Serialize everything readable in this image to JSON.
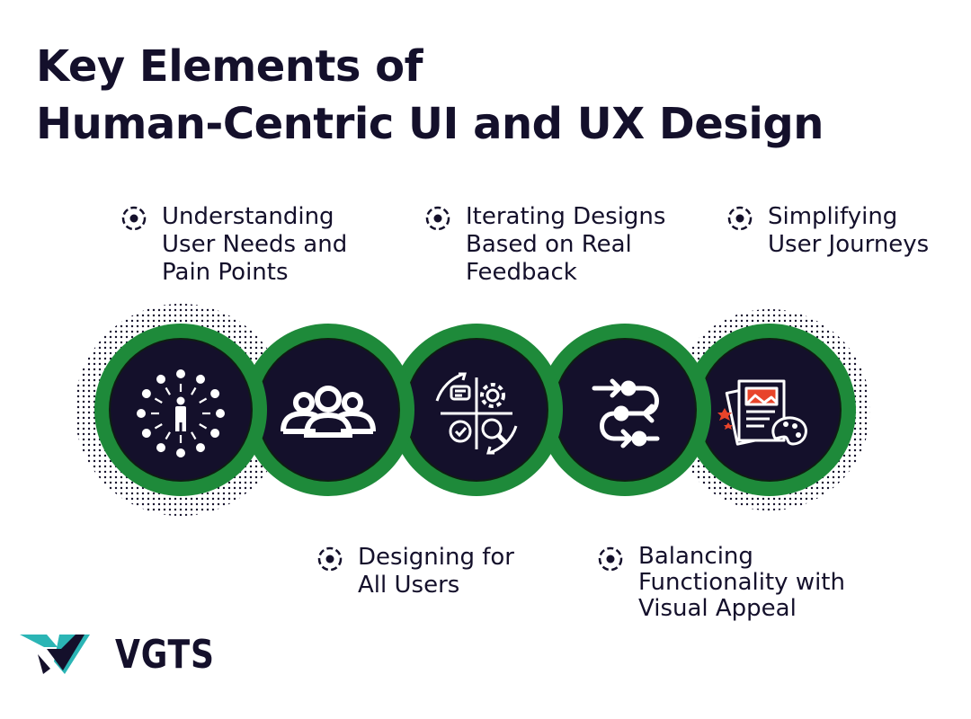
{
  "title": {
    "line1": "Key Elements of",
    "line2": "Human-Centric UI and UX Design"
  },
  "labels": {
    "understanding": [
      "Understanding",
      "User Needs and",
      "Pain Points"
    ],
    "iterating": [
      "Iterating Designs",
      "Based on Real",
      "Feedback"
    ],
    "simplifying": [
      "Simplifying",
      "User Journeys"
    ],
    "designing": [
      "Designing for",
      "All Users"
    ],
    "balancing": [
      "Balancing",
      "Functionality with",
      "Visual Appeal"
    ]
  },
  "icons": [
    "users-network-icon",
    "user-group-icon",
    "feedback-iteration-icon",
    "journey-arrows-icon",
    "design-palette-icon"
  ],
  "colors": {
    "navy": "#14102b",
    "ring_green": "#1e8a3a",
    "ring_dark": "#0e1f12",
    "accent_red": "#e8442a",
    "logo_teal": "#2bb5b5"
  },
  "brand": {
    "name": "VGTS"
  }
}
